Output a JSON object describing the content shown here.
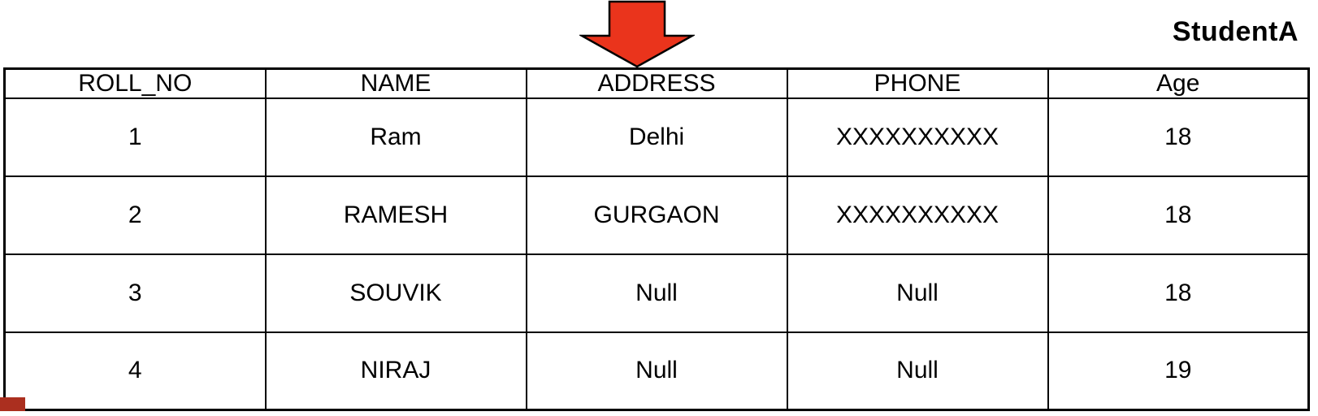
{
  "title": "StudentA",
  "annotation": {
    "arrow_icon": "down-arrow",
    "points_at_column": "ADDRESS"
  },
  "table": {
    "columns": [
      "ROLL_NO",
      "NAME",
      "ADDRESS",
      "PHONE",
      "Age"
    ],
    "rows": [
      [
        "1",
        "Ram",
        "Delhi",
        "XXXXXXXXXX",
        "18"
      ],
      [
        "2",
        "RAMESH",
        "GURGAON",
        "XXXXXXXXXX",
        "18"
      ],
      [
        "3",
        "SOUVIK",
        "Null",
        "Null",
        "18"
      ],
      [
        "4",
        "NIRAJ",
        "Null",
        "Null",
        "19"
      ]
    ]
  },
  "colors": {
    "arrow_red": "#EA341C",
    "arrow_outline": "#000000",
    "corner_square_red": "#AB2F1F",
    "border_black": "#000000",
    "background": "#FFFFFF"
  }
}
